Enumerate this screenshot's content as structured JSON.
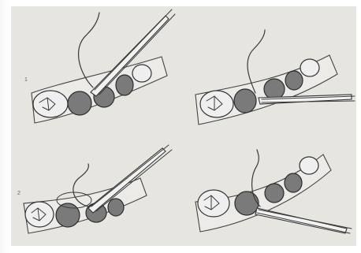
{
  "figure": {
    "panels": [
      {
        "id": "upper-left",
        "marker": "1"
      },
      {
        "id": "upper-right",
        "marker": ""
      },
      {
        "id": "lower-left",
        "marker": "2"
      },
      {
        "id": "lower-right",
        "marker": ""
      }
    ],
    "colors": {
      "background": "#e7e5e0",
      "ink": "#3a3a3a",
      "tooth_shaded": "#7a7a7a",
      "tooth_light": "#efefef"
    }
  }
}
